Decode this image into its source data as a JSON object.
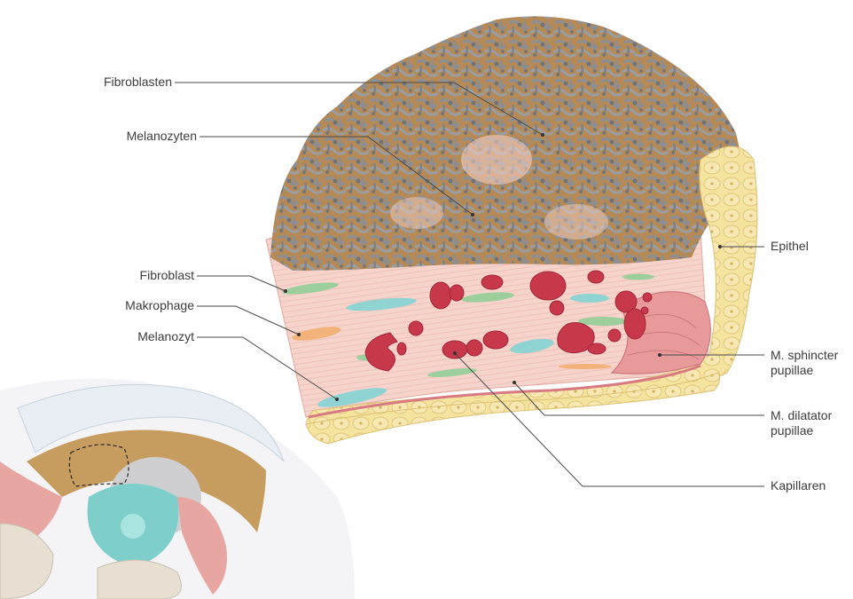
{
  "labels": {
    "fibroblasten": "Fibroblasten",
    "melanozyten": "Melanozyten",
    "fibroblast": "Fibroblast",
    "makrophage": "Makrophage",
    "melanozyt": "Melanozyt",
    "epithel": "Epithel",
    "sphincter_line1": "M. sphincter",
    "sphincter_line2": "pupillae",
    "dilatator_line1": "M. dilatator",
    "dilatator_line2": "pupillae",
    "kapillaren": "Kapillaren"
  },
  "colors": {
    "stroma_pink": "#f6d4cc",
    "melanocyte_brown": "#b58a57",
    "fibroblast_grey": "#8e9094",
    "epithelium_yellow": "#f5e3a0",
    "capillary_red": "#c7384a",
    "macrophage_orange": "#f2b27a",
    "melanocyte_teal": "#8fd3d3",
    "fibroblast_green": "#9ccf9c",
    "line": "#4a4a4a"
  }
}
